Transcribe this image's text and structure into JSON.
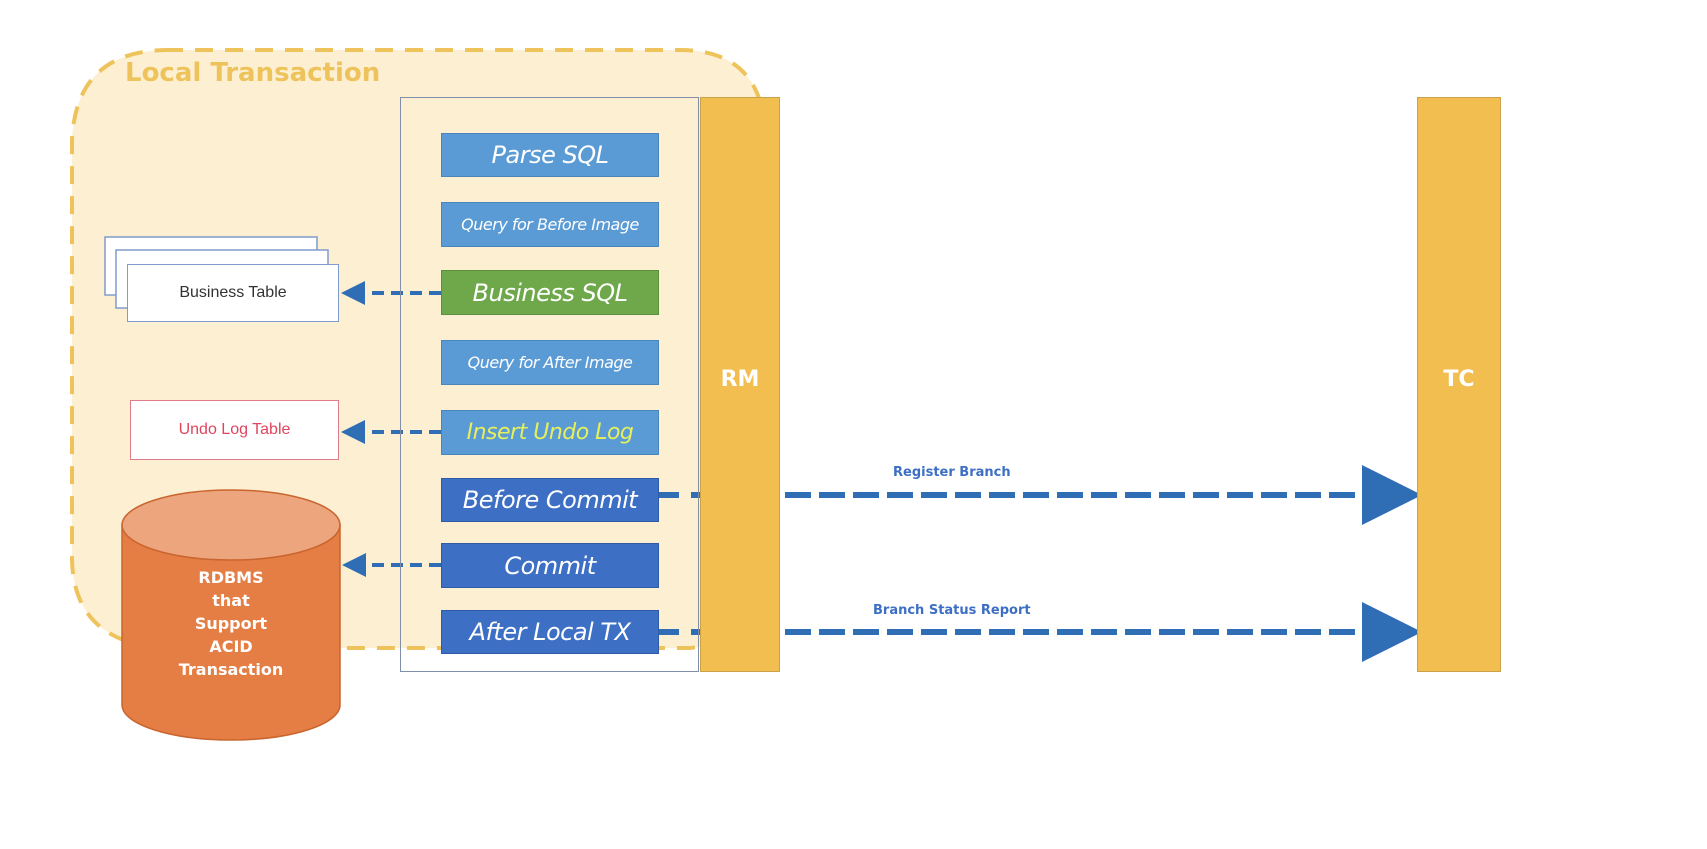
{
  "diagram": {
    "local_transaction_label": "Local Transaction",
    "rm_label": "RM",
    "tc_label": "TC",
    "steps": [
      {
        "label": "Parse SQL",
        "style": "light"
      },
      {
        "label": "Query for Before Image",
        "style": "light"
      },
      {
        "label": "Business SQL",
        "style": "green"
      },
      {
        "label": "Query for After Image",
        "style": "light"
      },
      {
        "label": "Insert Undo Log",
        "style": "light"
      },
      {
        "label": "Before Commit",
        "style": "dark"
      },
      {
        "label": "Commit",
        "style": "dark"
      },
      {
        "label": "After Local TX",
        "style": "dark"
      }
    ],
    "business_table_label": "Business Table",
    "undo_log_table_label": "Undo Log Table",
    "database_label_lines": [
      "RDBMS",
      "that",
      "Support",
      "ACID",
      "Transaction"
    ],
    "arrows": [
      {
        "from": "Business SQL",
        "to": "Business Table"
      },
      {
        "from": "Insert Undo Log",
        "to": "Undo Log Table"
      },
      {
        "from": "Commit",
        "to": "RDBMS"
      },
      {
        "from": "Before Commit",
        "to": "TC",
        "label": "Register Branch"
      },
      {
        "from": "After Local TX",
        "to": "TC",
        "label": "Branch Status Report"
      }
    ],
    "colors": {
      "local_tx_border": "#efc35c",
      "local_tx_fill": "#fcefd2",
      "column_fill": "#f2be4f",
      "step_light": "#5b9bd5",
      "step_dark": "#3d6fc4",
      "step_green": "#6ea84a",
      "arrow": "#2f6db5",
      "database": "#e57e45",
      "undo_text": "#e0455e"
    }
  }
}
